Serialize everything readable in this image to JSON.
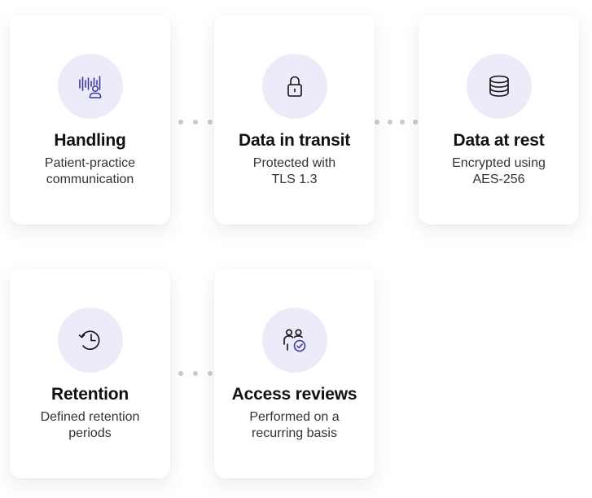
{
  "colors": {
    "icon_stroke": "#3d3a9e",
    "icon_circle_bg": "#ecebfa",
    "connector_dot": "#c9c9cf"
  },
  "cards": [
    {
      "icon": "voice-user-icon",
      "title": "Handling",
      "desc_lines": [
        "Patient-practice",
        "communication"
      ]
    },
    {
      "icon": "lock-icon",
      "title": "Data in transit",
      "desc_lines": [
        "Protected with",
        "TLS 1.3"
      ]
    },
    {
      "icon": "database-icon",
      "title": "Data at rest",
      "desc_lines": [
        "Encrypted using",
        "AES-256"
      ]
    },
    {
      "icon": "history-clock-icon",
      "title": "Retention",
      "desc_lines": [
        "Defined retention",
        "periods"
      ]
    },
    {
      "icon": "users-check-icon",
      "title": "Access reviews",
      "desc_lines": [
        "Performed on a",
        "recurring basis"
      ]
    }
  ]
}
